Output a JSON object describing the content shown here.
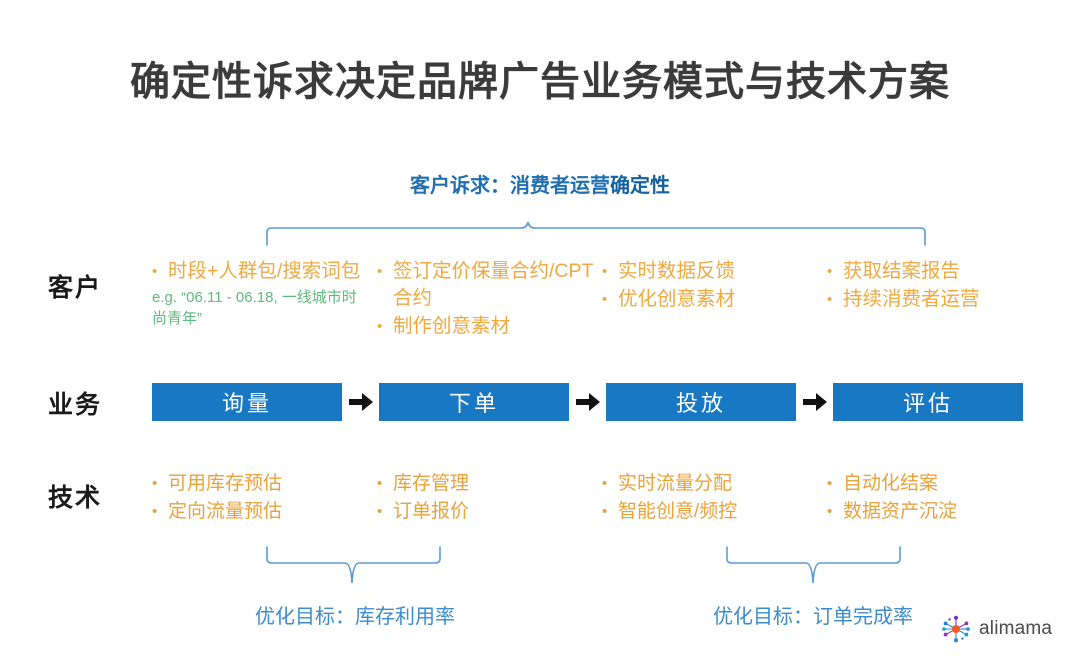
{
  "slide": {
    "title": "确定性诉求决定品牌广告业务模式与技术方案",
    "background_color": "#ffffff",
    "title_color": "#3b3b3b"
  },
  "top_caption": {
    "prefix": "客户诉求：消费者运营",
    "emphasis": "确定性",
    "color": "#1f6fb2"
  },
  "row_labels": {
    "customer": "客户",
    "business": "业务",
    "technology": "技术"
  },
  "customer_row": {
    "accent_color": "#efa93f",
    "note_color": "#5fb97a",
    "columns": [
      {
        "items": [
          "时段+人群包/搜索词包"
        ],
        "note": "e.g. “06.11 - 06.18, 一线城市时尚青年”"
      },
      {
        "items": [
          "签订定价保量合约/CPT合约",
          "制作创意素材"
        ],
        "note": ""
      },
      {
        "items": [
          "实时数据反馈",
          "优化创意素材"
        ],
        "note": ""
      },
      {
        "items": [
          "获取结案报告",
          "持续消费者运营"
        ],
        "note": ""
      }
    ]
  },
  "business_row": {
    "box_color": "#1878c3",
    "box_text_color": "#ffffff",
    "arrow_icon": "right-arrow-icon",
    "steps": [
      "询量",
      "下单",
      "投放",
      "评估"
    ]
  },
  "technology_row": {
    "accent_color": "#e9a23b",
    "columns": [
      {
        "items": [
          "可用库存预估",
          "定向流量预估"
        ]
      },
      {
        "items": [
          "库存管理",
          "订单报价"
        ]
      },
      {
        "items": [
          "实时流量分配",
          "智能创意/频控"
        ]
      },
      {
        "items": [
          "自动化结案",
          "数据资产沉淀"
        ]
      }
    ]
  },
  "goals": {
    "color": "#3c8ccb",
    "left": "优化目标：库存利用率",
    "right": "优化目标：订单完成率"
  },
  "brand": {
    "name": "alimama",
    "logo_icon": "alimama-dot-cluster-icon",
    "text_color": "#4a4a4a",
    "dot_colors": [
      "#f05a22",
      "#2b7fd4",
      "#7b2fbf",
      "#1a9ad6",
      "#9b2fc0"
    ]
  }
}
